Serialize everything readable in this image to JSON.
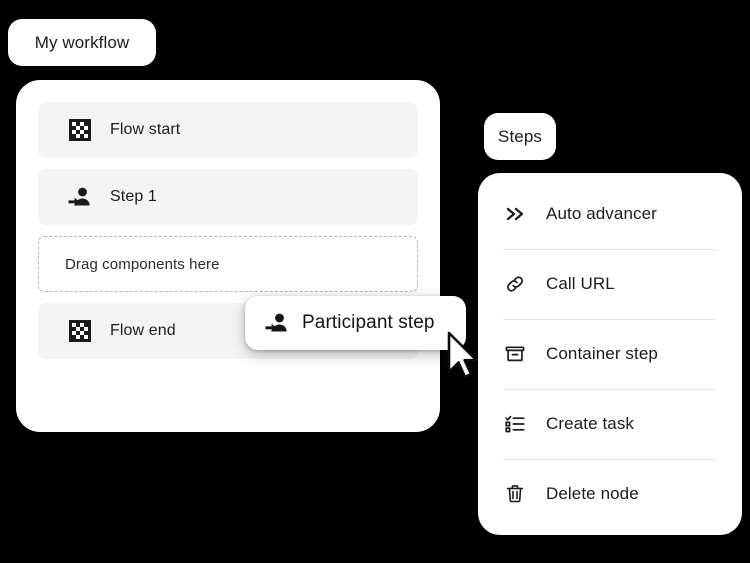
{
  "canvas": {
    "title_pill": "My workflow",
    "nodes": [
      {
        "label": "Flow start",
        "icon": "checkered-flag-icon"
      },
      {
        "label": "Step 1",
        "icon": "participant-step-icon"
      }
    ],
    "dropzone": {
      "label": "Drag components here"
    },
    "end_node": {
      "label": "Flow end",
      "icon": "checkered-flag-icon"
    }
  },
  "drag": {
    "chip_label": "Participant step",
    "chip_icon": "participant-step-icon",
    "cursor": "arrow-cursor"
  },
  "steps_panel": {
    "title_pill": "Steps",
    "items": [
      {
        "label": "Auto advancer",
        "icon": "double-chevron-right-icon"
      },
      {
        "label": "Call URL",
        "icon": "link-icon"
      },
      {
        "label": "Container step",
        "icon": "container-box-icon"
      },
      {
        "label": "Create task",
        "icon": "checklist-icon"
      },
      {
        "label": "Delete node",
        "icon": "trash-icon"
      }
    ]
  },
  "colors": {
    "background": "#000000",
    "surface": "#ffffff",
    "row_fill": "#f4f4f4",
    "divider": "#e4e4e4",
    "dashed_border": "#b8b8b8",
    "text": "#1b1b1b"
  }
}
